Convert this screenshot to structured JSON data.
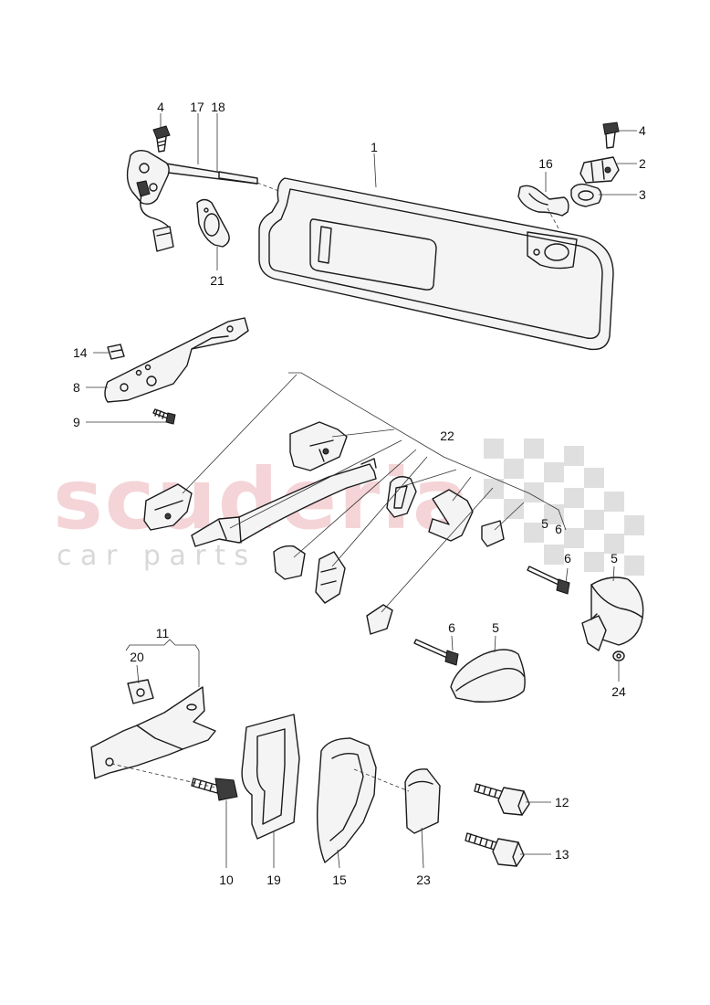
{
  "watermark": {
    "brand": "scuderia",
    "tagline": "c a r   p a r t s"
  },
  "callouts": [
    {
      "id": "c1",
      "text": "1"
    },
    {
      "id": "c2",
      "text": "2"
    },
    {
      "id": "c3",
      "text": "3"
    },
    {
      "id": "c4a",
      "text": "4"
    },
    {
      "id": "c4b",
      "text": "4"
    },
    {
      "id": "c5a",
      "text": "5"
    },
    {
      "id": "c5b",
      "text": "5"
    },
    {
      "id": "c5c",
      "text": "5"
    },
    {
      "id": "c6a",
      "text": "6"
    },
    {
      "id": "c6b",
      "text": "6"
    },
    {
      "id": "c6c",
      "text": "6"
    },
    {
      "id": "c8",
      "text": "8"
    },
    {
      "id": "c9",
      "text": "9"
    },
    {
      "id": "c10",
      "text": "10"
    },
    {
      "id": "c11",
      "text": "11"
    },
    {
      "id": "c12",
      "text": "12"
    },
    {
      "id": "c13",
      "text": "13"
    },
    {
      "id": "c14",
      "text": "14"
    },
    {
      "id": "c15",
      "text": "15"
    },
    {
      "id": "c16",
      "text": "16"
    },
    {
      "id": "c17",
      "text": "17"
    },
    {
      "id": "c18",
      "text": "18"
    },
    {
      "id": "c19",
      "text": "19"
    },
    {
      "id": "c20",
      "text": "20"
    },
    {
      "id": "c21",
      "text": "21"
    },
    {
      "id": "c22",
      "text": "22"
    },
    {
      "id": "c23",
      "text": "23"
    },
    {
      "id": "c24",
      "text": "24"
    }
  ]
}
